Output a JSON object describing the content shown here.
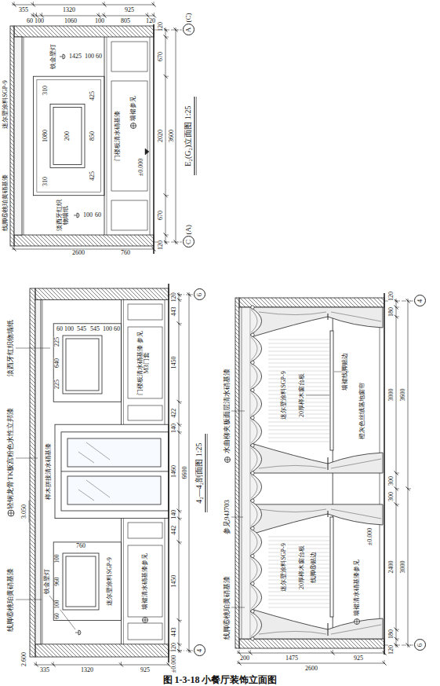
{
  "diagram": {
    "caption": "图 1-3-18 小餐厅装饰立面图",
    "nodes": [
      {
        "text": [
          "C",
          "(A)"
        ]
      },
      {
        "text": [
          "A",
          "(C)"
        ]
      },
      {
        "text": [
          "4"
        ]
      },
      {
        "text": [
          "6"
        ]
      },
      {
        "text": [
          "6"
        ]
      },
      {
        "text": [
          "4"
        ]
      }
    ],
    "labels": [
      "迷尔壁涂料SGP-9",
      "线脚⑥桃珀黄硝基漆",
      "淡西牙红织物墙纸",
      "铁金壁灯",
      "355",
      "1320",
      "925",
      "60",
      "100",
      "1060",
      "100",
      "805",
      "120",
      "310",
      "1080",
      "310",
      "200",
      "425",
      "850",
      "425",
      "1425",
      "100",
      "60",
      "60",
      "100",
      "760",
      "2600",
      "门楼板清水硝基漆",
      "墙裙参见",
      "±0.000",
      "120",
      "670",
      "2020",
      "670",
      "120",
      "3600",
      "E₂(G₂)立面图 1:25",
      "线脚⑥桃珀黄硝基漆",
      "轻钢龙骨TK板宫粉色水性立邦漆",
      "3.050",
      "淡西牙红织物墙纸",
      "2.600",
      "±0.000",
      "335",
      "1320",
      "925",
      "铁金壁灯",
      "60",
      "100",
      "960",
      "100",
      "760",
      "迷尔壁涂料SGP-9",
      "墙裙清水硝基漆参见",
      "榉木拼接清水硝基漆",
      "225",
      "640",
      "225",
      "60",
      "100",
      "545",
      "545",
      "100",
      "60",
      "门楼板清水硝基漆 参见M3门套",
      "120",
      "443",
      "1450",
      "442",
      "140",
      "1460",
      "140",
      "422",
      "1450",
      "443",
      "120",
      "6600",
      "4₂—4₂剖面图 1:25",
      "线脚⑥桃珀黄硝基漆",
      "参见94J703",
      "水曲柳夹板面层清水硝基漆",
      "迷尔壁涂料SGP-9",
      "迷尔壁涂料SGP-9",
      "20厚榉木窗台板",
      "20厚榉木窗台板",
      "线脚⑧贴边",
      "墙裙线脚贴边",
      "橙灰色丝绒落地窗帘",
      "墙裙清水硝基漆参见",
      "±0.000",
      "200",
      "1475",
      "925",
      "2600",
      "120",
      "180",
      "2400",
      "300",
      "300",
      "3000",
      "180",
      "120",
      "3000",
      "3600"
    ]
  }
}
